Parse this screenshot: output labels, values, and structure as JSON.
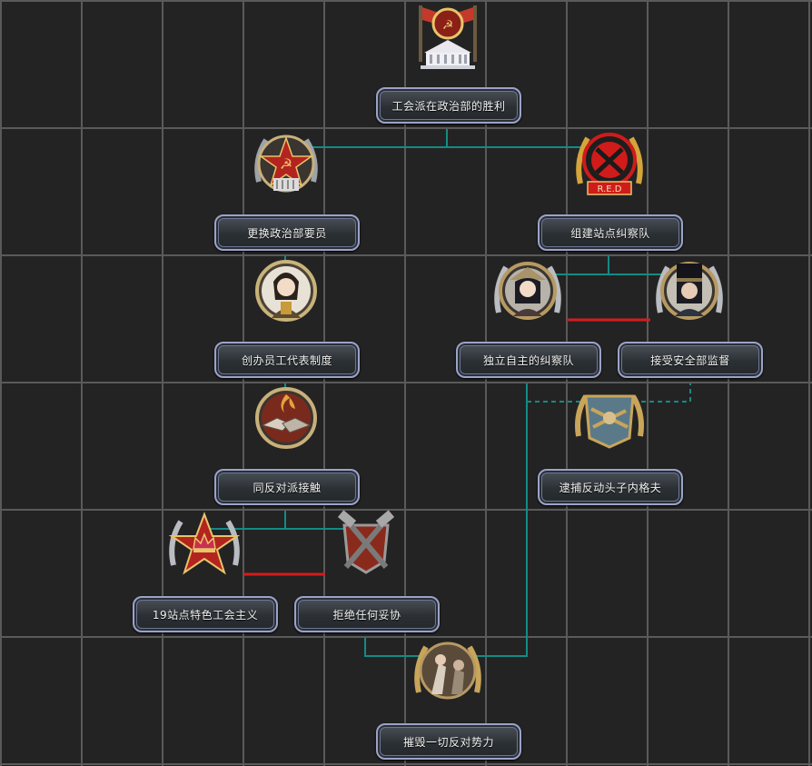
{
  "focuses": [
    {
      "id": "victory",
      "label": "工会派在政治部的胜利",
      "icon": "white-house-icon",
      "colors": {
        "main": "#c43a2a",
        "accent": "#e8c46a"
      }
    },
    {
      "id": "replace",
      "label": "更换政治部要员",
      "icon": "hammer-sickle-star-icon",
      "colors": {
        "main": "#b3241f",
        "accent": "#e8c46a"
      }
    },
    {
      "id": "patrol",
      "label": "组建站点纠察队",
      "icon": "red-patrol-icon",
      "colors": {
        "main": "#d01b1b",
        "accent": "#d4a53a"
      }
    },
    {
      "id": "founder",
      "label": "创办员工代表制度",
      "icon": "worker-girl-portrait-icon",
      "colors": {
        "main": "#5d4b2e",
        "accent": "#c9b37a"
      }
    },
    {
      "id": "independent",
      "label": "独立自主的纠察队",
      "icon": "patrol-girl-portrait-icon",
      "colors": {
        "main": "#4a3a3a",
        "accent": "#cfc9c0"
      }
    },
    {
      "id": "security",
      "label": "接受安全部监督",
      "icon": "security-officer-portrait-icon",
      "colors": {
        "main": "#2b3440",
        "accent": "#cfc9c0"
      }
    },
    {
      "id": "contact",
      "label": "同反对派接触",
      "icon": "handshake-icon",
      "colors": {
        "main": "#7a2a1c",
        "accent": "#d9cfc0"
      }
    },
    {
      "id": "arrest",
      "label": "逮捕反动头子内格夫",
      "icon": "captured-enemy-icon",
      "colors": {
        "main": "#5a7a8a",
        "accent": "#c9a55a"
      }
    },
    {
      "id": "unionism",
      "label": "19站点特色工会主义",
      "icon": "crowned-star-icon",
      "colors": {
        "main": "#b3241f",
        "accent": "#e8c46a"
      }
    },
    {
      "id": "refuse",
      "label": "拒绝任何妥协",
      "icon": "crossed-hammers-icon",
      "colors": {
        "main": "#8a2a1c",
        "accent": "#9a9a9a"
      }
    },
    {
      "id": "destroy",
      "label": "摧毁一切反对势力",
      "icon": "battle-scene-icon",
      "colors": {
        "main": "#5a4a3a",
        "accent": "#c9a55a"
      }
    }
  ],
  "colors": {
    "connector": "#138b84",
    "exclusive": "#d41c1c",
    "background": "#232323",
    "grid": "#5a5a5a"
  }
}
